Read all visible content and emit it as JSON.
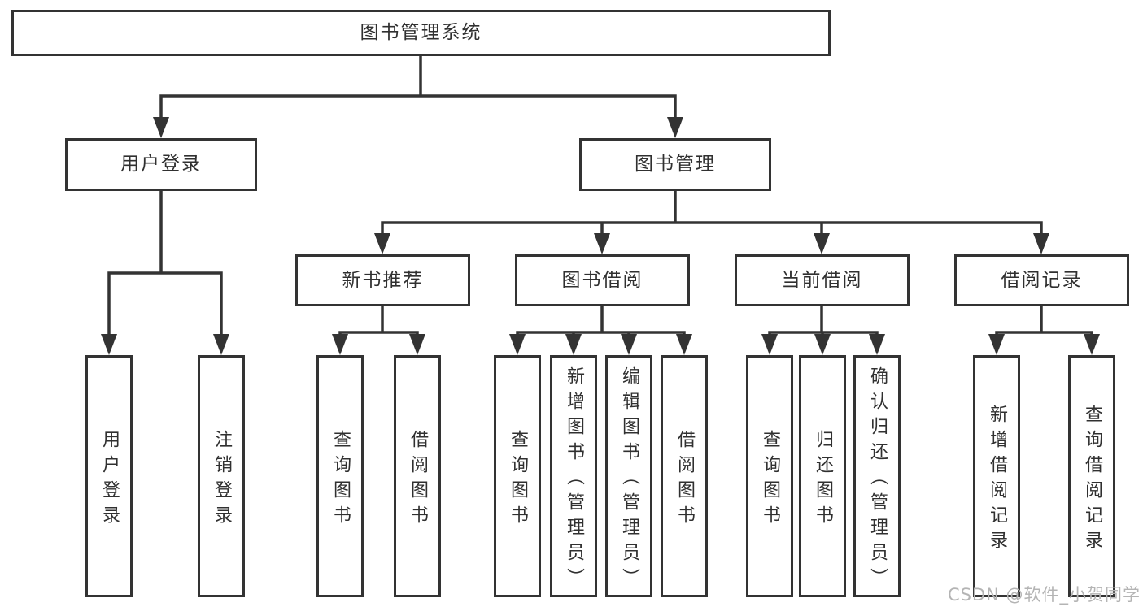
{
  "diagram": {
    "root": {
      "label": "图书管理系统"
    },
    "branches": [
      {
        "label": "用户登录",
        "children": [
          {
            "label": "用户登录"
          },
          {
            "label": "注销登录"
          }
        ]
      },
      {
        "label": "图书管理",
        "groups": [
          {
            "label": "新书推荐",
            "children": [
              {
                "label": "查询图书"
              },
              {
                "label": "借阅图书"
              }
            ]
          },
          {
            "label": "图书借阅",
            "children": [
              {
                "label": "查询图书"
              },
              {
                "label": "新增图书（管理员）"
              },
              {
                "label": "编辑图书（管理员）"
              },
              {
                "label": "借阅图书"
              }
            ]
          },
          {
            "label": "当前借阅",
            "children": [
              {
                "label": "查询图书"
              },
              {
                "label": "归还图书"
              },
              {
                "label": "确认归还（管理员）"
              }
            ]
          },
          {
            "label": "借阅记录",
            "children": [
              {
                "label": "新增借阅记录"
              },
              {
                "label": "查询借阅记录"
              }
            ]
          }
        ]
      }
    ]
  },
  "watermark": {
    "text": "CSDN @软件_小贺同学"
  },
  "colors": {
    "line": "#333333",
    "box_border": "#333333",
    "box_bg": "#ffffff",
    "text": "#303030",
    "watermark": "#b4b4b4"
  }
}
